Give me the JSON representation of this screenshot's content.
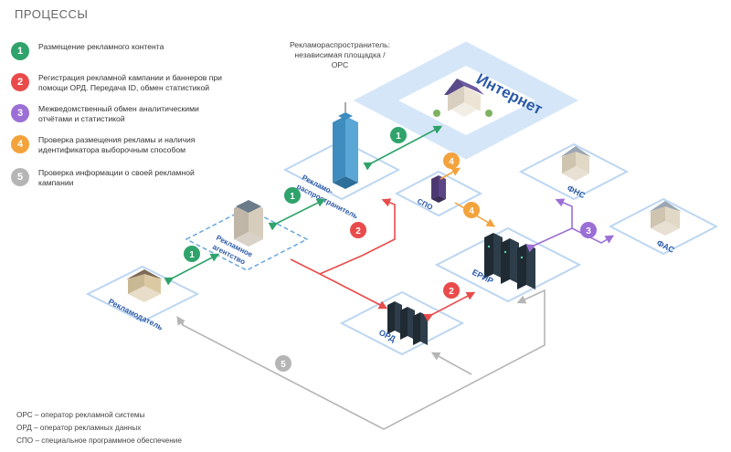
{
  "title": "ПРОЦЕССЫ",
  "legend": [
    {
      "num": "1",
      "color": "#2fa36b",
      "lines": [
        "Размещение рекламного контента"
      ]
    },
    {
      "num": "2",
      "color": "#e94b4b",
      "lines": [
        "Регистрация рекламной кампании и баннеров при",
        "помощи ОРД. Передача ID, обмен статистикой"
      ]
    },
    {
      "num": "3",
      "color": "#9b6fd6",
      "lines": [
        "Межведомственный обмен аналитическими",
        "отчётами и статистикой"
      ]
    },
    {
      "num": "4",
      "color": "#f3a33c",
      "lines": [
        "Проверка размещения рекламы и наличия",
        "идентификатора выборочным способом"
      ]
    },
    {
      "num": "5",
      "color": "#b5b5b5",
      "lines": [
        "Проверка информации о своей рекламной",
        "кампании"
      ]
    }
  ],
  "caption": [
    "Рекламораспространитель:",
    "независимая площадка / ОРС"
  ],
  "nodes": {
    "internet": "Интернет",
    "publisher": [
      "Рекламо-",
      "распространитель"
    ],
    "agency": [
      "Рекламное",
      "агентство"
    ],
    "advertiser": "Рекламодатель",
    "spo": "СПО",
    "fns": "ФНС",
    "fas": "ФАС",
    "erir": "ЕРИР",
    "ord": "ОРД"
  },
  "markers": {
    "m1a": "1",
    "m1b": "1",
    "m1c": "1",
    "m2a": "2",
    "m2b": "2",
    "m3": "3",
    "m4a": "4",
    "m4b": "4",
    "m5": "5"
  },
  "footnotes": [
    "ОРС – оператор рекламной системы",
    "ОРД – оператор рекламных данных",
    "СПО – специальное программное обеспечение"
  ],
  "colors": {
    "green": "#2fa36b",
    "red": "#e94b4b",
    "purple": "#9b6fd6",
    "orange": "#f3a33c",
    "gray": "#b5b5b5",
    "tile_fill": "#ffffff",
    "tile_stroke": "#bcd6f2",
    "internet_fill": "#d5e6f8",
    "label_blue": "#2b5aa8"
  }
}
